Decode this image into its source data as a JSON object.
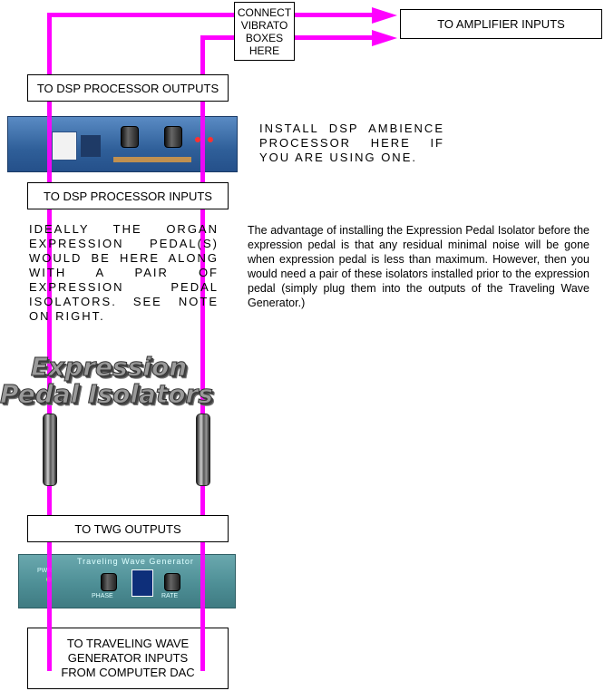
{
  "labels": {
    "connect_vibrato": [
      "CONNECT",
      "VIBRATO",
      "BOXES",
      "HERE"
    ],
    "to_amplifier": "TO AMPLIFIER INPUTS",
    "to_dsp_outputs": "TO DSP PROCESSOR OUTPUTS",
    "to_dsp_inputs": "TO DSP PROCESSOR INPUTS",
    "to_twg_outputs": "TO TWG OUTPUTS",
    "to_twg_inputs": [
      "TO TRAVELING WAVE",
      "GENERATOR INPUTS",
      "FROM COMPUTER DAC"
    ]
  },
  "notes": {
    "install_dsp": "INSTALL DSP AMBIENCE PROCESSOR HERE IF YOU ARE USING ONE.",
    "ideally": "IDEALLY THE ORGAN EXPRESSION PEDAL(S) WOULD BE HERE ALONG WITH A PAIR OF EXPRESSION PEDAL ISOLATORS. SEE NOTE ON RIGHT.",
    "advantage": "The advantage of installing the Expression Pedal Isolator before the expression pedal is that any residual minimal noise will be gone when expression pedal is less than maximum. However, then you would need a pair of these isolators installed prior to the expression pedal (simply plug them into the outputs of the Traveling Wave Generator.)"
  },
  "isolator_title": [
    "Expression",
    "Pedal Isolators"
  ],
  "twg_panel": {
    "title": "Traveling Wave Generator",
    "power": "PWR",
    "knob_left": "PHASE",
    "knob_right": "RATE"
  },
  "colors": {
    "wire": "#ff00ff",
    "twg_panel": "#4e8f96",
    "dsp_panel": "#3b6ea8"
  }
}
